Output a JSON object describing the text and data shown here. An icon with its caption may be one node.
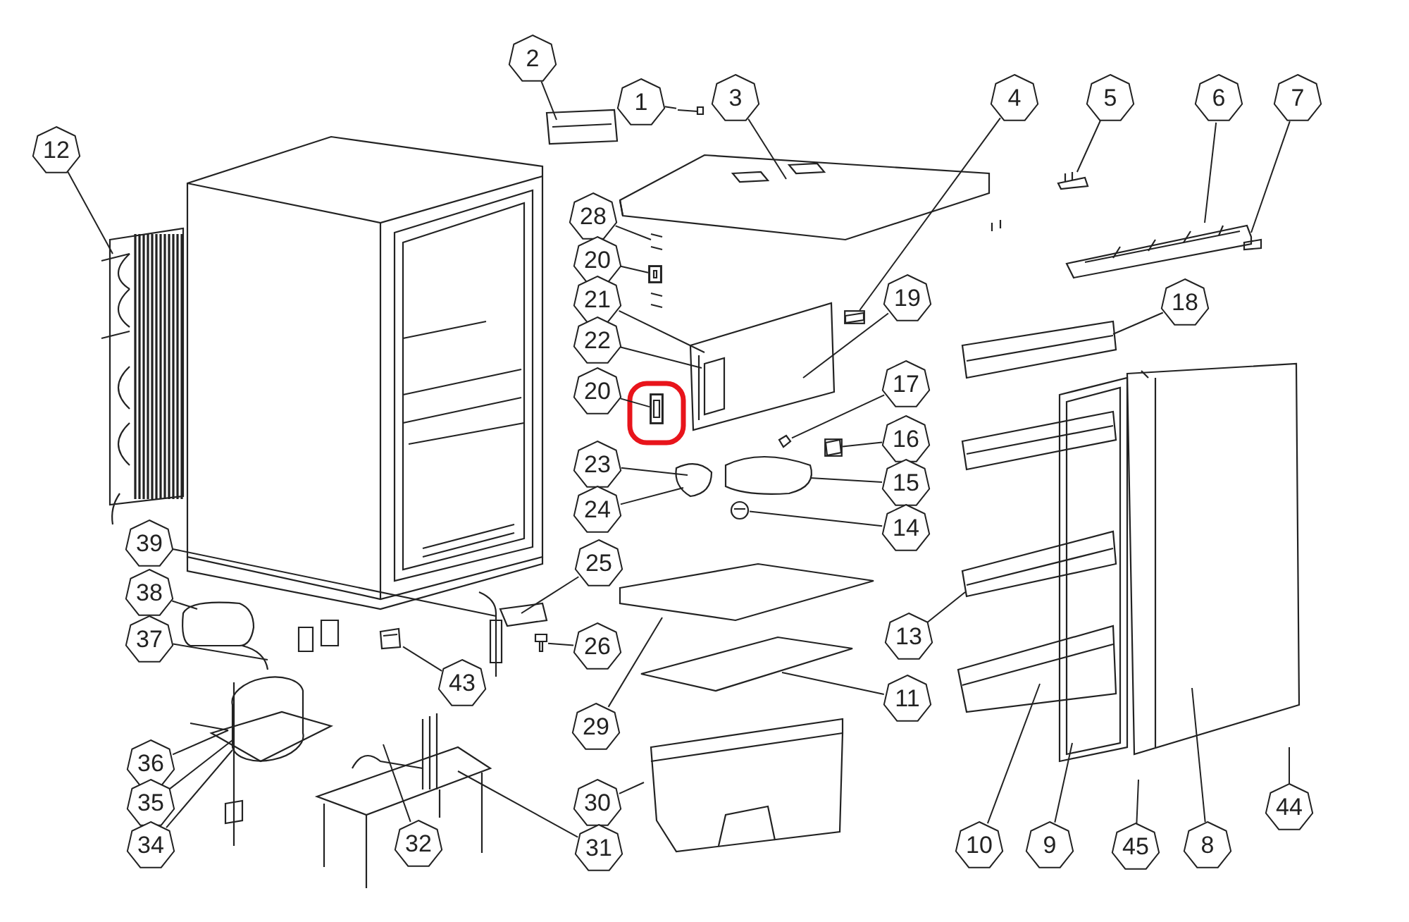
{
  "diagram": {
    "nodes": [
      {
        "text": [
          "2"
        ]
      },
      {
        "text": [
          "1"
        ]
      },
      {
        "text": [
          "3"
        ]
      },
      {
        "text": [
          "4"
        ]
      },
      {
        "text": [
          "5"
        ]
      },
      {
        "text": [
          "6"
        ]
      },
      {
        "text": [
          "7"
        ]
      },
      {
        "text": [
          "12"
        ]
      },
      {
        "text": [
          "28"
        ]
      },
      {
        "text": [
          "20"
        ]
      },
      {
        "text": [
          "19"
        ]
      },
      {
        "text": [
          "21"
        ]
      },
      {
        "text": [
          "18"
        ]
      },
      {
        "text": [
          "22"
        ]
      },
      {
        "text": [
          "17"
        ]
      },
      {
        "text": [
          "20"
        ]
      },
      {
        "text": [
          "16"
        ]
      },
      {
        "text": [
          "23"
        ]
      },
      {
        "text": [
          "15"
        ]
      },
      {
        "text": [
          "24"
        ]
      },
      {
        "text": [
          "14"
        ]
      },
      {
        "text": [
          "39"
        ]
      },
      {
        "text": [
          "25"
        ]
      },
      {
        "text": [
          "38"
        ]
      },
      {
        "text": [
          "13"
        ]
      },
      {
        "text": [
          "37"
        ]
      },
      {
        "text": [
          "26"
        ]
      },
      {
        "text": [
          "43"
        ]
      },
      {
        "text": [
          "11"
        ]
      },
      {
        "text": [
          "29"
        ]
      },
      {
        "text": [
          "36"
        ]
      },
      {
        "text": [
          "30"
        ]
      },
      {
        "text": [
          "35"
        ]
      },
      {
        "text": [
          "44"
        ]
      },
      {
        "text": [
          "34"
        ]
      },
      {
        "text": [
          "32"
        ]
      },
      {
        "text": [
          "10"
        ]
      },
      {
        "text": [
          "9"
        ]
      },
      {
        "text": [
          "45"
        ]
      },
      {
        "text": [
          "8"
        ]
      },
      {
        "text": [
          "31"
        ]
      },
      {
        "text": [],
        "shape": "picture"
      },
      {
        "text": [],
        "shape": "picture"
      },
      {
        "text": [],
        "shape": "box"
      },
      {
        "text": [],
        "shape": "picture"
      },
      {
        "text": [],
        "shape": "picture"
      },
      {
        "text": [],
        "shape": "picture"
      },
      {
        "text": [],
        "shape": "box"
      },
      {
        "text": [],
        "shape": "box"
      },
      {
        "text": [],
        "shape": "picture"
      },
      {
        "text": [],
        "shape": "box"
      }
    ],
    "edges": [
      {
        "from": 0,
        "to": null,
        "arrow": "none"
      },
      {
        "from": 1,
        "to": 44,
        "arrow": "none"
      },
      {
        "from": 2,
        "to": null,
        "arrow": "none"
      },
      {
        "from": 3,
        "to": 48,
        "arrow": "none"
      },
      {
        "from": 4,
        "to": 49,
        "arrow": "none"
      },
      {
        "from": 5,
        "to": null,
        "arrow": "none"
      },
      {
        "from": 6,
        "to": null,
        "arrow": "none"
      },
      {
        "from": 7,
        "to": null,
        "arrow": "none"
      },
      {
        "from": 8,
        "to": null,
        "arrow": "none"
      },
      {
        "from": 9,
        "to": 43,
        "arrow": "none"
      },
      {
        "from": 10,
        "to": null,
        "arrow": "none"
      },
      {
        "from": 11,
        "to": null,
        "arrow": "none"
      },
      {
        "from": 12,
        "to": null,
        "arrow": "none"
      },
      {
        "from": 13,
        "to": null,
        "arrow": "none"
      },
      {
        "from": 14,
        "to": 46,
        "arrow": "none"
      },
      {
        "from": 15,
        "to": 50,
        "arrow": "none"
      },
      {
        "from": 16,
        "to": 47,
        "arrow": "none"
      },
      {
        "from": 17,
        "to": null,
        "arrow": "none"
      },
      {
        "from": 18,
        "to": null,
        "arrow": "none"
      },
      {
        "from": 19,
        "to": null,
        "arrow": "none"
      },
      {
        "from": 20,
        "to": 45,
        "arrow": "none"
      },
      {
        "from": 21,
        "to": null,
        "arrow": "none"
      },
      {
        "from": 22,
        "to": null,
        "arrow": "none"
      },
      {
        "from": 23,
        "to": null,
        "arrow": "none"
      },
      {
        "from": 24,
        "to": null,
        "arrow": "none"
      },
      {
        "from": 25,
        "to": null,
        "arrow": "none"
      },
      {
        "from": 26,
        "to": 42,
        "arrow": "none"
      },
      {
        "from": 27,
        "to": 41,
        "arrow": "none"
      },
      {
        "from": 28,
        "to": null,
        "arrow": "none"
      },
      {
        "from": 29,
        "to": null,
        "arrow": "none"
      },
      {
        "from": 30,
        "to": null,
        "arrow": "none"
      },
      {
        "from": 31,
        "to": null,
        "arrow": "none"
      },
      {
        "from": 32,
        "to": null,
        "arrow": "none"
      },
      {
        "from": 33,
        "to": null,
        "arrow": "none"
      },
      {
        "from": 34,
        "to": null,
        "arrow": "none"
      },
      {
        "from": 35,
        "to": null,
        "arrow": "none"
      },
      {
        "from": 36,
        "to": null,
        "arrow": "none"
      },
      {
        "from": 37,
        "to": null,
        "arrow": "none"
      },
      {
        "from": 38,
        "to": null,
        "arrow": "none"
      },
      {
        "from": 39,
        "to": null,
        "arrow": "none"
      },
      {
        "from": 40,
        "to": null,
        "arrow": "none"
      }
    ]
  }
}
